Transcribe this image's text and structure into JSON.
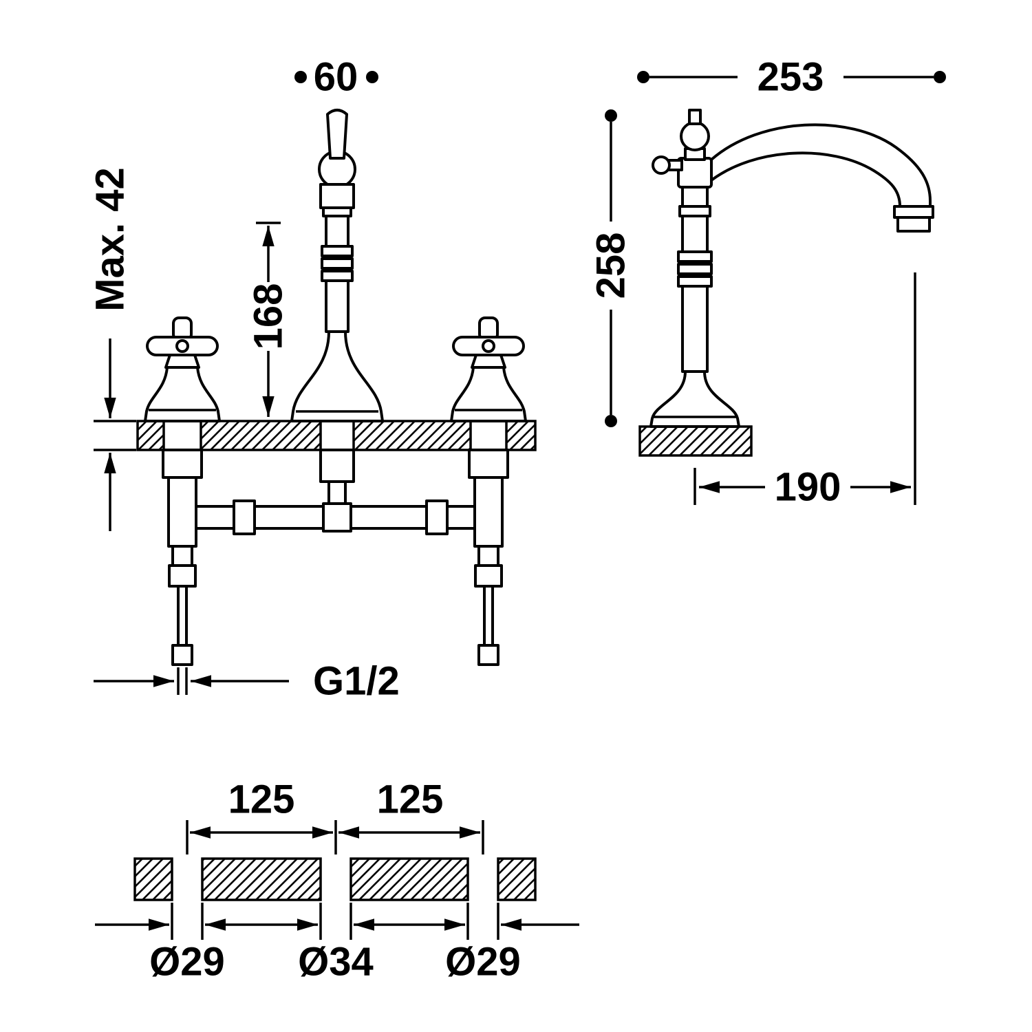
{
  "page": {
    "background": "#ffffff",
    "line_color": "#000000"
  },
  "front_view": {
    "dim_top_width": "60",
    "dim_max_counter_thickness": "Max. 42",
    "dim_spout_height": "168",
    "dim_thread_size": "G1/2"
  },
  "side_view": {
    "dim_overall_depth": "253",
    "dim_overall_height": "258",
    "dim_spout_reach": "190"
  },
  "bottom_view": {
    "dim_hole_spacing_left": "125",
    "dim_hole_spacing_right": "125",
    "dim_hole_diameter_left": "Ø29",
    "dim_hole_diameter_center": "Ø34",
    "dim_hole_diameter_right": "Ø29"
  }
}
